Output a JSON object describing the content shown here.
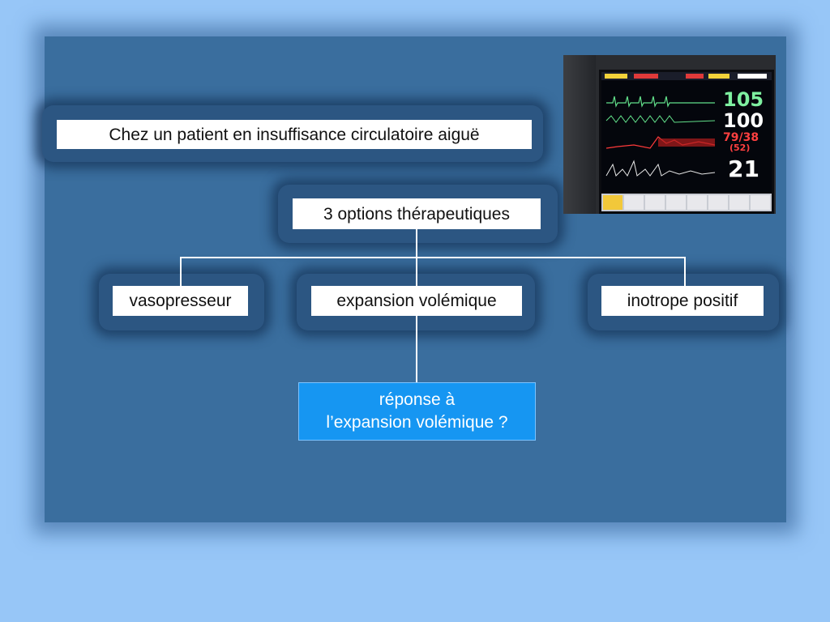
{
  "diagram": {
    "context": "Chez un patient en insuffisance circulatoire aiguë",
    "root": "3 options thérapeutiques",
    "options": [
      "vasopresseur",
      "expansion volémique",
      "inotrope positif"
    ],
    "question_line1": "réponse à",
    "question_line2": "l’expansion volémique ?"
  },
  "monitor": {
    "heart_rate": "105",
    "spo2": "100",
    "blood_pressure": "79/38",
    "bp_mean": "(52)",
    "resp_rate": "21"
  },
  "colors": {
    "page_background": "#97c6f7",
    "panel": "#3a6e9e",
    "answer_box": "#1696f2",
    "connector": "#ffffff"
  }
}
